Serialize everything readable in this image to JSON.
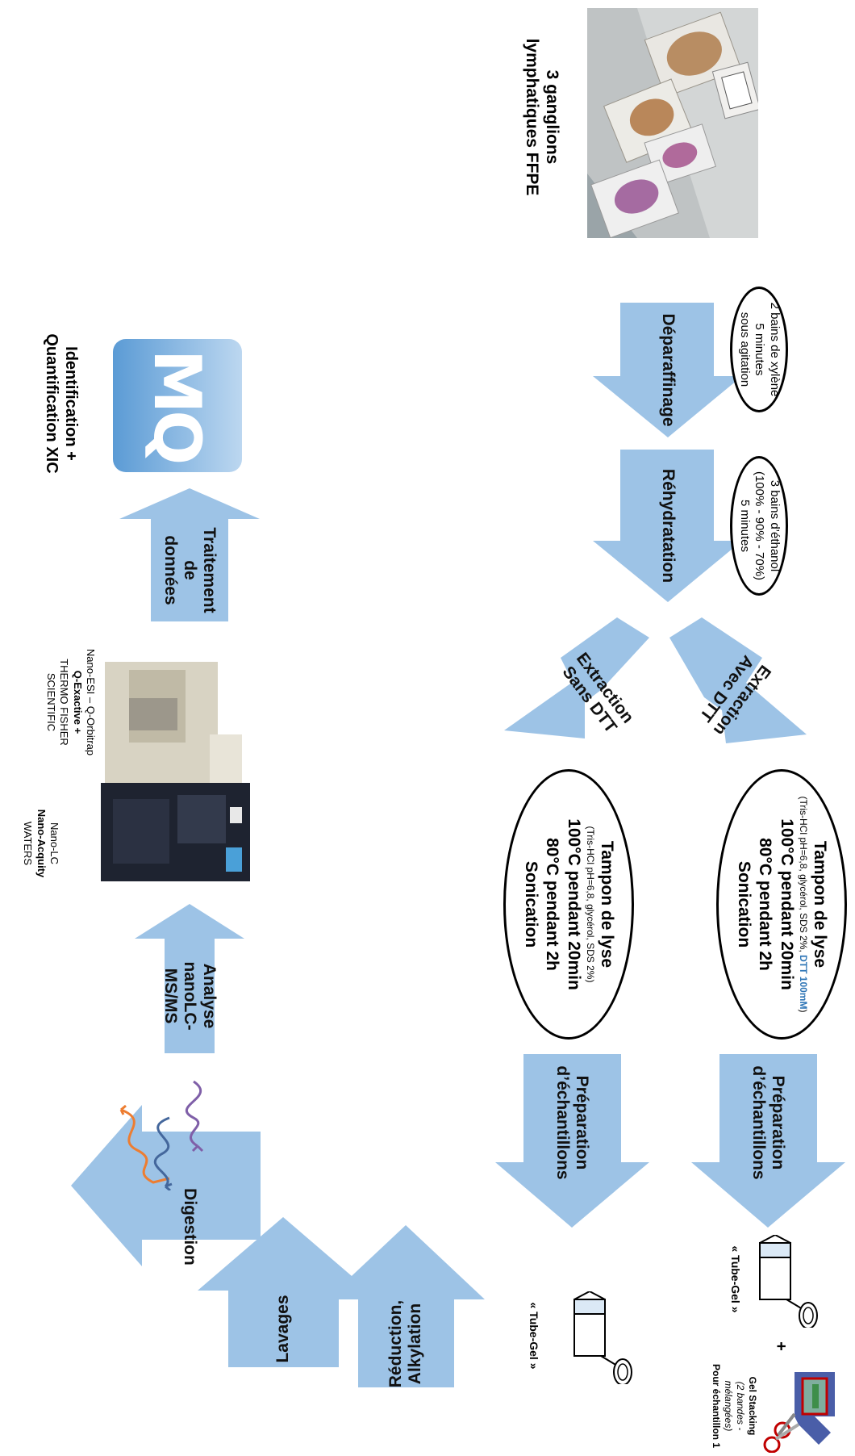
{
  "sample": {
    "title_line1": "3 ganglions",
    "title_line2": "lymphatiques FFPE"
  },
  "steps": {
    "deparaffinage": {
      "label": "Déparaffinage",
      "conditions": [
        "2 bains de xylène",
        "5 minutes",
        "sous agitation"
      ]
    },
    "rehydratation": {
      "label": "Réhydratation",
      "conditions": [
        "3 bains d’éthanol",
        "(100% - 90% - 70%)",
        "5 minutes"
      ]
    },
    "extraction_avec": {
      "label_line1": "Extraction",
      "label_line2": "Avec DTT"
    },
    "extraction_sans": {
      "label_line1": "Extraction",
      "label_line2": "Sans DTT"
    },
    "lyse_avec": {
      "title": "Tampon de lyse",
      "buffer": "(Tris-HCl pH=6,8, glycérol, SDS 2%, ",
      "buffer_highlight": "DTT 100mM",
      "buffer_end": ")",
      "lines": [
        "100°C pendant 20min",
        "80°C pendant 2h",
        "Sonication"
      ]
    },
    "lyse_sans": {
      "title": "Tampon de lyse",
      "buffer": "(Tris-HCl pH=6,8, glycérol, SDS 2%)",
      "lines": [
        "100°C pendant 20min",
        "80°C pendant 2h",
        "Sonication"
      ]
    },
    "preparation": {
      "line1": "Préparation",
      "line2": "d’échantillons"
    },
    "tube_gel": "« Tube-Gel »",
    "plus": "+",
    "gel_stacking": {
      "line1": "Gel Stacking",
      "line2": "(2 bandes - mélangées)",
      "line3": "Pour échantillon 1"
    },
    "reduction": {
      "line1": "Réduction,",
      "line2": "Alkylation"
    },
    "lavages": "Lavages",
    "digestion": "Digestion",
    "analyse": {
      "line1": "Analyse",
      "line2": "nanoLC-MS/MS"
    },
    "instrument_ms": {
      "line1": "Nano-ESI – Q-Orbitrap",
      "line2": "Q-Exactive +",
      "line3": "THERMO FISHER",
      "line4": "SCIENTIFIC"
    },
    "instrument_lc": {
      "line1": "Nano-LC",
      "line2": "Nano-Acquity",
      "line3": "WATERS"
    },
    "traitement": {
      "line1": "Traitement de",
      "line2": "données"
    },
    "maxquant_logo": "MQ",
    "identification": {
      "line1": "Identification +",
      "line2": "Quantification XIC"
    }
  },
  "colors": {
    "arrow": "#9dc3e6",
    "highlight": "#2e75b6",
    "logo_top": "#bcd7f0",
    "logo_bottom": "#5b9bd5",
    "peptide_orange": "#ed7d31",
    "peptide_purple": "#7f5fa8",
    "peptide_blue": "#44679c",
    "scissors_red": "#c00000"
  }
}
